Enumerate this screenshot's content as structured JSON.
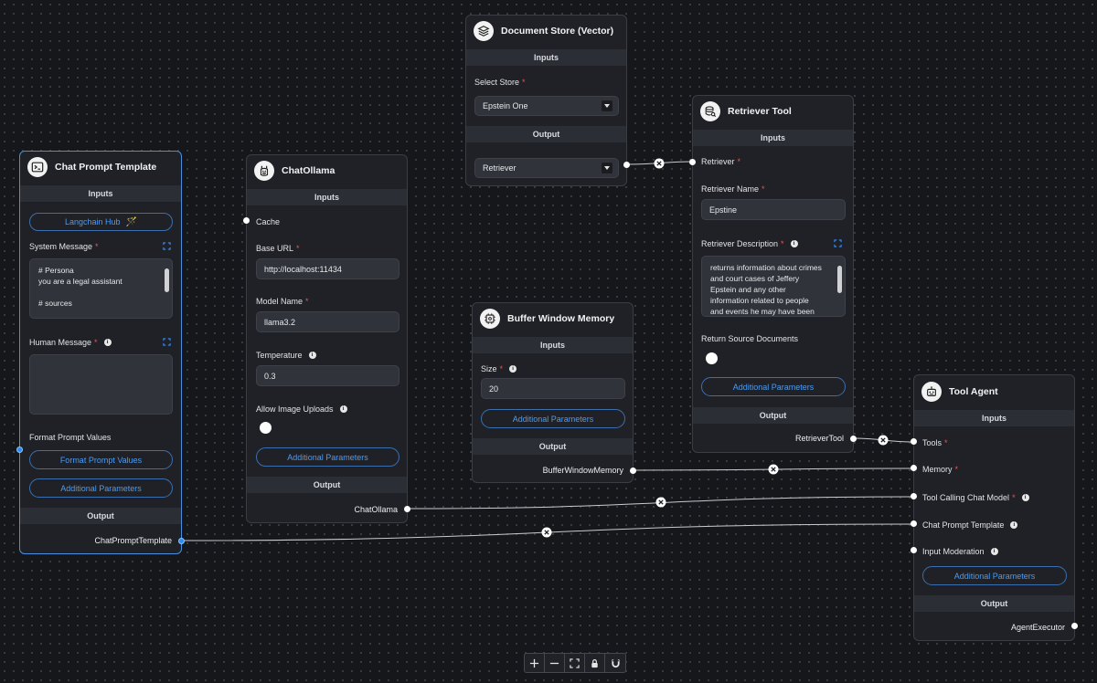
{
  "canvas": {
    "background": "#16171b",
    "accent": "#3f8ef2",
    "required_color": "#ef5350"
  },
  "sections": {
    "inputs": "Inputs",
    "output": "Output"
  },
  "nodes": {
    "chat_prompt_template": {
      "title": "Chat Prompt Template",
      "icon": "terminal-icon",
      "langchain_hub_label": "Langchain Hub",
      "system_message_label": "System Message",
      "system_message_lines": [
        "# Persona",
        "you are a legal assistant",
        "",
        "# sources"
      ],
      "human_message_label": "Human Message",
      "human_message_value": "",
      "format_prompt_values_label": "Format Prompt Values",
      "format_prompt_values_button": "Format Prompt Values",
      "additional_parameters": "Additional Parameters",
      "output_label": "ChatPromptTemplate"
    },
    "chat_ollama": {
      "title": "ChatOllama",
      "icon": "llama-icon",
      "cache_label": "Cache",
      "base_url_label": "Base URL",
      "base_url_value": "http://localhost:11434",
      "model_name_label": "Model Name",
      "model_name_value": "llama3.2",
      "temperature_label": "Temperature",
      "temperature_value": "0.3",
      "allow_image_uploads_label": "Allow Image Uploads",
      "allow_image_uploads_enabled": false,
      "additional_parameters": "Additional Parameters",
      "output_label": "ChatOllama"
    },
    "document_store": {
      "title": "Document Store (Vector)",
      "icon": "layers-icon",
      "select_store_label": "Select Store",
      "select_store_value": "Epstein One",
      "output_select_value": "Retriever"
    },
    "retriever_tool": {
      "title": "Retriever Tool",
      "icon": "database-search-icon",
      "retriever_label": "Retriever",
      "retriever_name_label": "Retriever Name",
      "retriever_name_value": "Epstine",
      "retriever_description_label": "Retriever Description",
      "retriever_description_lines": [
        "returns information about crimes",
        "and court cases of Jeffery",
        "Epstein and any other",
        "information related to people",
        "and events he may have been"
      ],
      "return_source_documents_label": "Return Source Documents",
      "return_source_documents_enabled": false,
      "additional_parameters": "Additional Parameters",
      "output_label": "RetrieverTool"
    },
    "buffer_window_memory": {
      "title": "Buffer Window Memory",
      "icon": "memory-chip-icon",
      "size_label": "Size",
      "size_value": "20",
      "additional_parameters": "Additional Parameters",
      "output_label": "BufferWindowMemory"
    },
    "tool_agent": {
      "title": "Tool Agent",
      "icon": "robot-icon",
      "tools_label": "Tools",
      "memory_label": "Memory",
      "tool_calling_chat_model_label": "Tool Calling Chat Model",
      "chat_prompt_template_label": "Chat Prompt Template",
      "input_moderation_label": "Input Moderation",
      "additional_parameters": "Additional Parameters",
      "output_label": "AgentExecutor"
    }
  },
  "edges": [
    {
      "from": "document_store.retriever",
      "to": "retriever_tool.retriever"
    },
    {
      "from": "retriever_tool.output",
      "to": "tool_agent.tools"
    },
    {
      "from": "buffer_window_memory.output",
      "to": "tool_agent.memory"
    },
    {
      "from": "chat_ollama.output",
      "to": "tool_agent.tool_calling_chat_model"
    },
    {
      "from": "chat_prompt_template.output",
      "to": "tool_agent.chat_prompt_template"
    }
  ],
  "controls": [
    "zoom-in-icon",
    "zoom-out-icon",
    "fit-view-icon",
    "lock-icon",
    "magnet-icon"
  ]
}
